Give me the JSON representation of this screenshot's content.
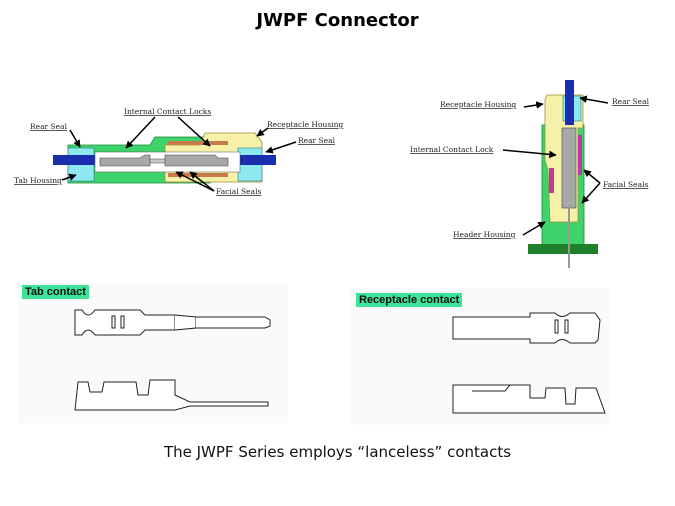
{
  "title": "JWPF Connector",
  "caption": "The JWPF Series employs “lanceless” contacts",
  "colors": {
    "housing_green": "#3fd36b",
    "receptacle_yellow": "#f7f0a8",
    "seal_cyan": "#8fe8f0",
    "wire_blue": "#1a2fb0",
    "contact_gray": "#a8a8a8",
    "seal_brown": "#c77a4a",
    "facial_seal_magenta": "#c0399c",
    "pcb_green": "#1f7f2a",
    "tag_highlight": "#3ee39a"
  },
  "horizontal_diagram": {
    "labels": {
      "internal_contact_locks": "Internal Contact Locks",
      "rear_seal_left": "Rear Seal",
      "receptacle_housing": "Receptacle Housing",
      "rear_seal_right": "Rear Seal",
      "tab_housing": "Tab Housing",
      "facial_seals": "Facial Seals"
    }
  },
  "vertical_diagram": {
    "labels": {
      "receptacle_housing": "Receptacle Housing",
      "rear_seal": "Rear Seal",
      "internal_contact_lock": "Internal Contact  Lock",
      "facial_seals": "Facial Seals",
      "header_housing": "Header Housing"
    }
  },
  "contacts": {
    "tab_label": "Tab contact",
    "receptacle_label": "Receptacle contact"
  }
}
